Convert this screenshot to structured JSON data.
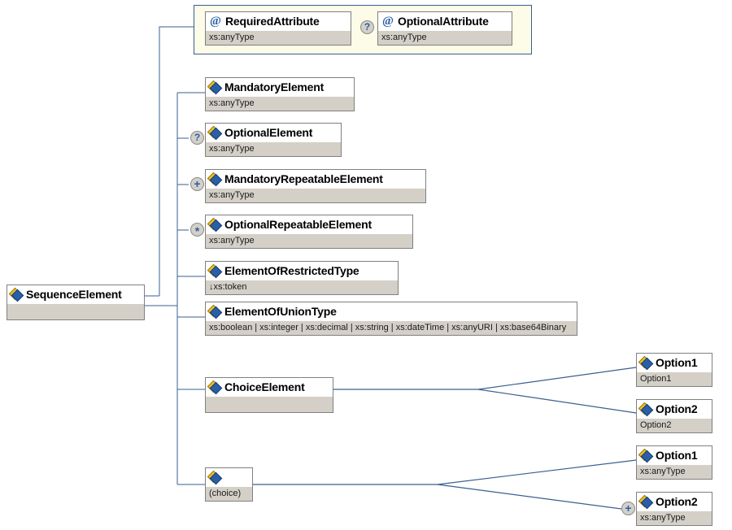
{
  "diagram": {
    "title": "XML Schema structure diagram",
    "colors": {
      "box_border": "#808080",
      "type_row_bg": "#d4d0c8",
      "connector": "#3a5f8f",
      "attr_group_bg": "#fcfce8",
      "attr_group_border": "#3a5f8f",
      "icon_blue": "#2a5fa8",
      "icon_yellow": "#f0c020",
      "marker_bg": "#d4d0c8"
    },
    "icons": {
      "element": "element-icon",
      "attribute": "attribute-icon",
      "optional_marker": "?",
      "repeat_plus_marker": "+",
      "repeat_star_marker": "*",
      "restriction_arrow": "↓"
    }
  },
  "root": {
    "name": "SequenceElement",
    "type": "",
    "icon": "element-icon"
  },
  "attribute_group": {
    "attributes": [
      {
        "name": "RequiredAttribute",
        "type": "xs:anyType",
        "icon": "attribute-icon",
        "marker": ""
      },
      {
        "name": "OptionalAttribute",
        "type": "xs:anyType",
        "icon": "attribute-icon",
        "marker": "?"
      }
    ]
  },
  "elements": [
    {
      "name": "MandatoryElement",
      "type": "xs:anyType",
      "icon": "element-icon",
      "marker": ""
    },
    {
      "name": "OptionalElement",
      "type": "xs:anyType",
      "icon": "element-icon",
      "marker": "?"
    },
    {
      "name": "MandatoryRepeatableElement",
      "type": "xs:anyType",
      "icon": "element-icon",
      "marker": "+"
    },
    {
      "name": "OptionalRepeatableElement",
      "type": "xs:anyType",
      "icon": "element-icon",
      "marker": "*"
    },
    {
      "name": "ElementOfRestrictedType",
      "type": "↓xs:token",
      "icon": "element-icon",
      "marker": ""
    },
    {
      "name": "ElementOfUnionType",
      "type": "xs:boolean | xs:integer | xs:decimal | xs:string | xs:dateTime | xs:anyURI | xs:base64Binary",
      "icon": "element-icon",
      "marker": ""
    }
  ],
  "choice_element": {
    "name": "ChoiceElement",
    "type": "",
    "icon": "element-icon",
    "options": [
      {
        "name": "Option1",
        "type": "Option1",
        "icon": "element-icon",
        "marker": ""
      },
      {
        "name": "Option2",
        "type": "Option2",
        "icon": "element-icon",
        "marker": ""
      }
    ]
  },
  "choice_group": {
    "name": "",
    "type": "(choice)",
    "icon": "element-icon",
    "options": [
      {
        "name": "Option1",
        "type": "xs:anyType",
        "icon": "element-icon",
        "marker": ""
      },
      {
        "name": "Option2",
        "type": "xs:anyType",
        "icon": "element-icon",
        "marker": "+"
      }
    ]
  }
}
